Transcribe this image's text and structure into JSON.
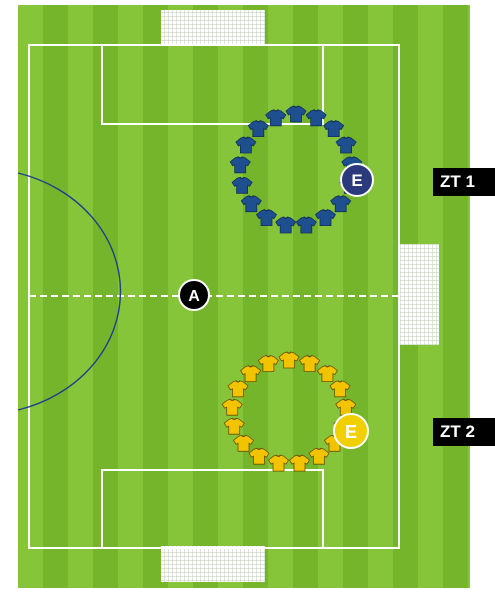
{
  "colors": {
    "grass_light": "#86c53a",
    "grass_dark": "#74b52c",
    "lines": "#ffffff",
    "center_arc": "#1f3f8a",
    "team_blue": "#1e4f8f",
    "team_blue_dark": "#12305a",
    "team_yellow": "#f2c400",
    "team_yellow_dark": "#6b5200",
    "marker_blue": "#2a3a7c",
    "marker_yellow": "#f0d000",
    "marker_black": "#000000"
  },
  "markers": {
    "a_label": "A",
    "e_blue_label": "E",
    "e_yellow_label": "E"
  },
  "zones": {
    "zone1_label": "ZT 1",
    "zone2_label": "ZT 2"
  },
  "groups": {
    "blue_player_count": 17,
    "yellow_player_count": 17
  },
  "icons": {
    "player": "shirt-icon",
    "goal": "goal-net"
  }
}
